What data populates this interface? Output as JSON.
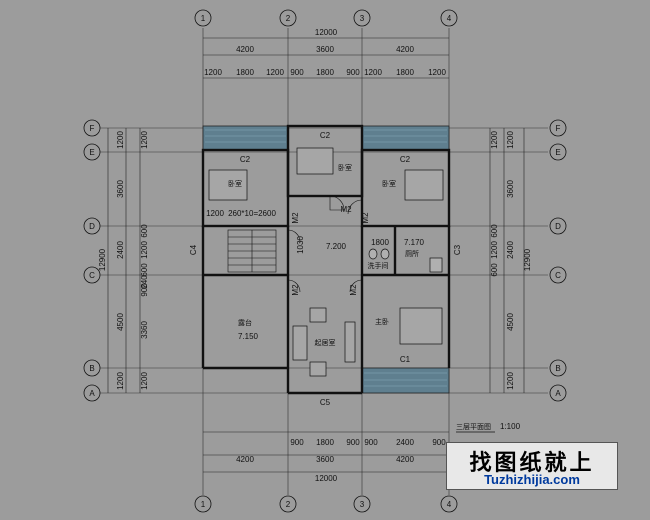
{
  "plan_title": "三层平面图",
  "scale": "1:100",
  "watermark": {
    "cn": "找图纸就上",
    "en": "Tuzhizhijia.com"
  },
  "axes": {
    "top": [
      "1",
      "2",
      "3",
      "4"
    ],
    "bottom": [
      "1",
      "2",
      "3",
      "4"
    ],
    "left": [
      "F",
      "E",
      "D",
      "C",
      "B",
      "A"
    ],
    "right": [
      "F",
      "E",
      "D",
      "C",
      "B",
      "A"
    ]
  },
  "dims_top": {
    "total": "12000",
    "bays": [
      "4200",
      "3600",
      "4200"
    ],
    "details": [
      "1200",
      "1800",
      "1200",
      "900",
      "1800",
      "900",
      "1200",
      "1800",
      "1200"
    ]
  },
  "dims_bottom": {
    "details": [
      "900",
      "1800",
      "900",
      "900",
      "2400",
      "900"
    ],
    "bays": [
      "4200",
      "3600",
      "4200"
    ],
    "total": "12000"
  },
  "dims_left": {
    "total": "12900",
    "bays": [
      "1200",
      "3600",
      "2400",
      "4500",
      "1200"
    ],
    "details": [
      "1200",
      "600",
      "1200",
      "600",
      "900",
      "240",
      "3360",
      "1200"
    ]
  },
  "dims_right": {
    "total": "12900",
    "bays": [
      "1200",
      "3600",
      "2400",
      "4500",
      "1200"
    ],
    "details": [
      "1200",
      "600",
      "1200",
      "600"
    ]
  },
  "rooms": {
    "bedroom": "卧室",
    "master_bedroom": "主卧",
    "terrace": "露台",
    "lounge": "起居室",
    "washroom": "洗手间",
    "toilet": "厕所"
  },
  "elevations": {
    "terrace": "7.150",
    "hall": "7.200",
    "toilet": "7.170"
  },
  "window_tags": [
    "C2",
    "C2",
    "C2",
    "C1",
    "C3",
    "C4",
    "C5"
  ],
  "door_tags": [
    "M2",
    "M2",
    "M2",
    "M2",
    "M2"
  ],
  "misc": {
    "bay_window": "1200",
    "radiator": "260*10=2600",
    "stair_dim": "1030",
    "tub_dim": "1800"
  }
}
